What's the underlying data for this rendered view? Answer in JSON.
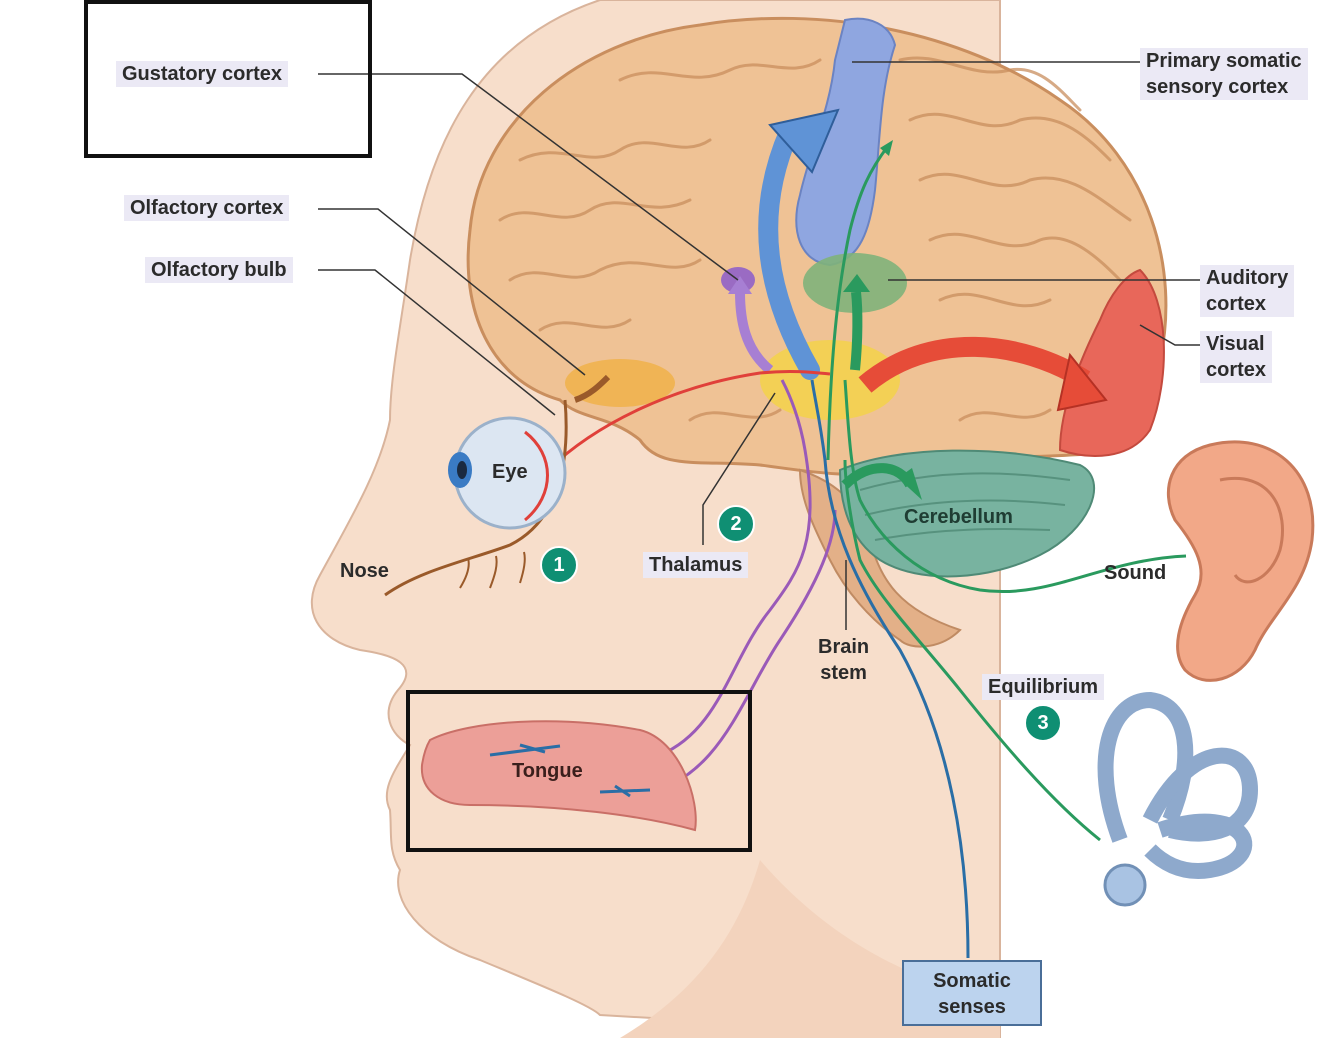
{
  "labels": {
    "gustatory_cortex": "Gustatory cortex",
    "olfactory_cortex": "Olfactory cortex",
    "olfactory_bulb": "Olfactory bulb",
    "primary_somatic": "Primary somatic\nsensory cortex",
    "auditory_cortex": "Auditory\ncortex",
    "visual_cortex": "Visual\ncortex",
    "eye": "Eye",
    "nose": "Nose",
    "thalamus": "Thalamus",
    "cerebellum": "Cerebellum",
    "sound": "Sound",
    "brain_stem": "Brain\nstem",
    "equilibrium": "Equilibrium",
    "tongue": "Tongue",
    "somatic_senses": "Somatic\nsenses"
  },
  "badges": {
    "one": "1",
    "two": "2",
    "three": "3"
  },
  "colors": {
    "skin": "#f6dcc8",
    "brain": "#efc295",
    "somatic_cortex": "#8fa6e0",
    "auditory_cortex": "#7fb27a",
    "visual_cortex": "#e8675a",
    "thalamus": "#f3d24e",
    "olfactory": "#f0b24a",
    "gustatory": "#9a6bc3",
    "cerebellum": "#78b3a0",
    "tongue": "#ec9f98",
    "ear": "#f2a888",
    "inner_ear": "#a9c3e3",
    "vision_pathway": "#e0403a",
    "taste_pathway": "#9a5ab8",
    "hearing_pathway": "#2a9a5e",
    "somatic_pathway": "#2a6ea6",
    "olfactory_pathway": "#9a5a2a"
  }
}
